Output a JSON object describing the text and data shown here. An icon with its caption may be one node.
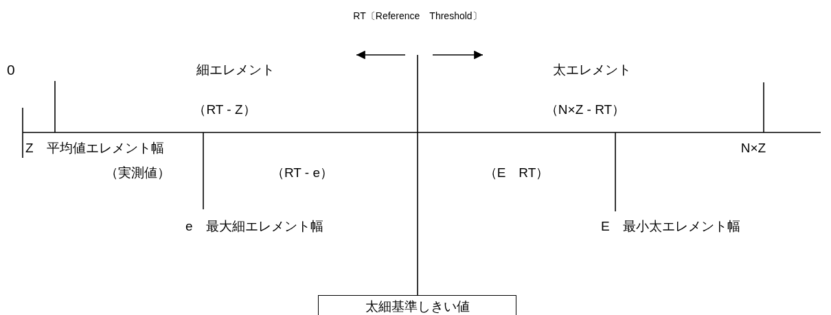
{
  "diagram": {
    "nodes": [
      {
        "text": [
          "太細基準しきい値"
        ]
      }
    ],
    "labels": [
      "RT〔Reference　Threshold〕",
      "0",
      "細エレメント",
      "太エレメント",
      "（RT - Z）",
      "（N×Z - RT）",
      "Z　平均値エレメント幅",
      "N×Z",
      "（実測値）",
      "（RT - e）",
      "（E　RT）",
      "e　最大細エレメント幅",
      "E　最小太エレメント幅"
    ]
  }
}
